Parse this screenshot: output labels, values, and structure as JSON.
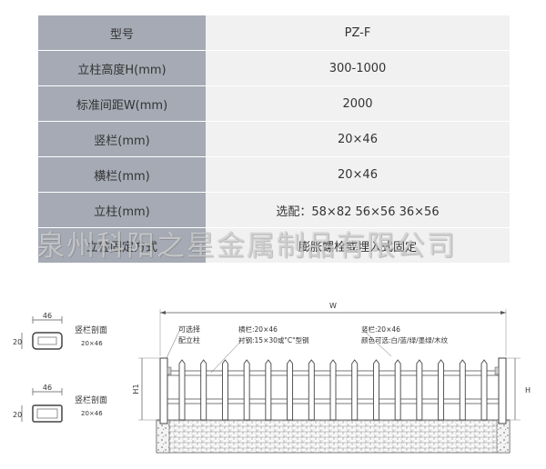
{
  "spec_table": {
    "rows": [
      {
        "label": "型号",
        "value": "PZ-F"
      },
      {
        "label": "立柱高度H(mm)",
        "value": "300-1000"
      },
      {
        "label": "标准间距W(mm)",
        "value": "2000"
      },
      {
        "label": "竖栏(mm)",
        "value": "20×46"
      },
      {
        "label": "横栏(mm)",
        "value": "20×46"
      },
      {
        "label": "立柱(mm)",
        "value": "选配：58×82   56×56   36×56"
      },
      {
        "label": "立柱固定方式",
        "value": "膨胀螺栓或埋入式固定"
      }
    ]
  },
  "watermark": "泉州科阳之星金属制品有限公司",
  "sections": [
    {
      "title": "竖栏剖面",
      "size": "20×46",
      "dim_width": "46",
      "dim_height": "20"
    },
    {
      "title": "竖栏剖面",
      "size": "20×46",
      "dim_width": "46",
      "dim_height": "20"
    }
  ],
  "fence": {
    "width_label": "W",
    "height_label_left": "H1",
    "height_label_right": "H",
    "note_post_line1": "可选择",
    "note_post_line2": "配立柱",
    "note_rail_line1": "横栏:20×46",
    "note_rail_line2": "衬钢:15×30或\"C\"型钢",
    "note_picket_line1": "竖栏:20×46",
    "note_picket_line2": "颜色可选:白/蓝/绿/墨绿/木纹"
  }
}
